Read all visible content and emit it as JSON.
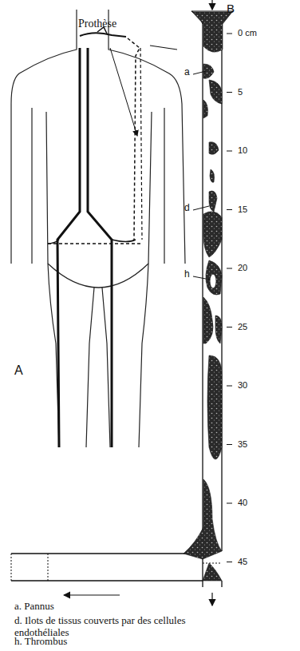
{
  "diagram": {
    "labels": [
      "Prothèse",
      "B",
      "A",
      "0 cm",
      "5",
      "10",
      "15",
      "20",
      "25",
      "30",
      "35",
      "40",
      "45",
      "a",
      "d",
      "h",
      "a. Pannus",
      "d. Ilots de tissus couverts par des cellules endothéliales",
      "h. Thrombus"
    ]
  }
}
